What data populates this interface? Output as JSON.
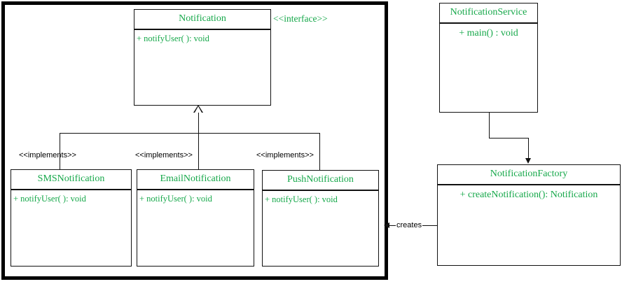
{
  "diagram": {
    "title": "Notification UML Class Diagram",
    "colors": {
      "class_text": "#16a84a",
      "line": "#111111",
      "group_border": "#000000",
      "background": "#ffffff",
      "label_text": "#000000"
    }
  },
  "classes": {
    "notification": {
      "name": "Notification",
      "stereotype": "<<interface>>",
      "members": [
        "+ notifyUser( ): void"
      ]
    },
    "sms": {
      "name": "SMSNotification",
      "members": [
        "+ notifyUser( ): void"
      ]
    },
    "email": {
      "name": "EmailNotification",
      "members": [
        "+ notifyUser(  ): void"
      ]
    },
    "push": {
      "name": "PushNotification",
      "members": [
        "+ notifyUser( ): void"
      ]
    },
    "service": {
      "name": "NotificationService",
      "members": [
        "+ main() : void"
      ]
    },
    "factory": {
      "name": "NotificationFactory",
      "members": [
        "+ createNotification(): Notification"
      ]
    }
  },
  "relations": {
    "implements_sms": "<<implements>>",
    "implements_email": "<<implements>>",
    "implements_push": "<<implements>>",
    "creates": "creates"
  }
}
